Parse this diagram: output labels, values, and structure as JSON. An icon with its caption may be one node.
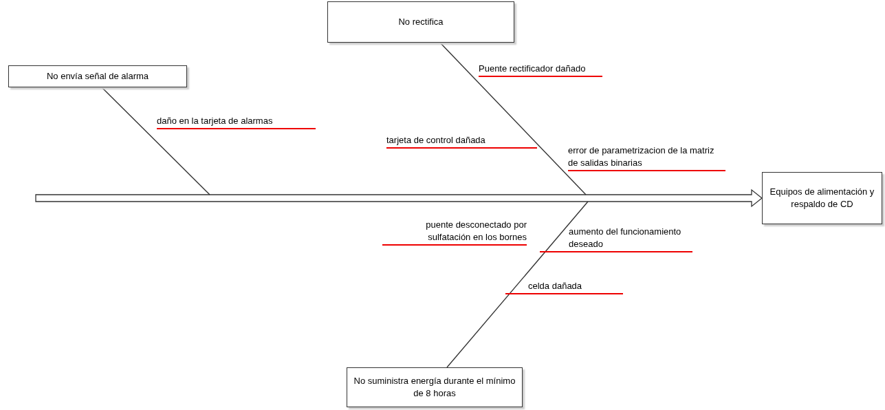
{
  "diagram": {
    "nodes": [
      {
        "text": [
          "No envía señal de alarma"
        ]
      },
      {
        "text": [
          "No rectifica"
        ]
      },
      {
        "text": [
          "Equipos de alimentación y respaldo de CD"
        ]
      },
      {
        "text": [
          "No suministra energía durante el mínimo de 8 horas"
        ]
      }
    ],
    "edges": [
      {
        "from": null,
        "to": 2,
        "arrow": "to"
      },
      {
        "from": 0,
        "to": null,
        "arrow": "none"
      },
      {
        "from": 1,
        "to": null,
        "arrow": "none"
      },
      {
        "from": 3,
        "to": null,
        "arrow": "none"
      }
    ],
    "labels": [
      "Puente rectificador dañado",
      "daño en la tarjeta de alarmas",
      "tarjeta de control dañada",
      "error de parametrizacion de la matriz de salidas binarias",
      "puente desconectado por sulfatación en los bornes",
      "aumento del funcionamiento deseado",
      "celda dañada"
    ]
  }
}
